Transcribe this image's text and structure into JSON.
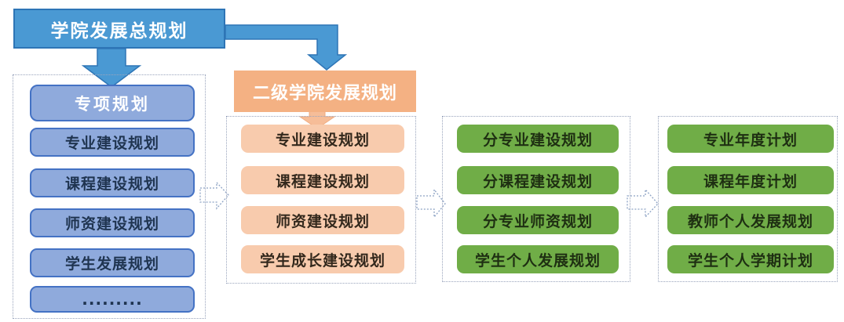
{
  "diagram": {
    "title": "学院发展总规划",
    "secondary_title": "二级学院发展规划",
    "groups": [
      {
        "header": "专项规划",
        "items": [
          "专业建设规划",
          "课程建设规划",
          "师资建设规划",
          "学生发展规划",
          "........."
        ]
      },
      {
        "items": [
          "专业建设规划",
          "课程建设规划",
          "师资建设规划",
          "学生成长建设规划"
        ]
      },
      {
        "items": [
          "分专业建设规划",
          "分课程建设规划",
          "分专业师资规划",
          "学生个人发展规划"
        ]
      },
      {
        "items": [
          "专业年度计划",
          "课程年度计划",
          "教师个人发展规划",
          "学生个人学期计划"
        ]
      }
    ],
    "colors": {
      "deep_blue": "#4A99D3",
      "deep_blue_border": "#2E75B6",
      "periwinkle": "#8FAADC",
      "periwinkle_border": "#4472C4",
      "orange": "#F4B183",
      "peach": "#F8CBAD",
      "green": "#70AD47",
      "dotted_border": "#99A4BC"
    }
  }
}
